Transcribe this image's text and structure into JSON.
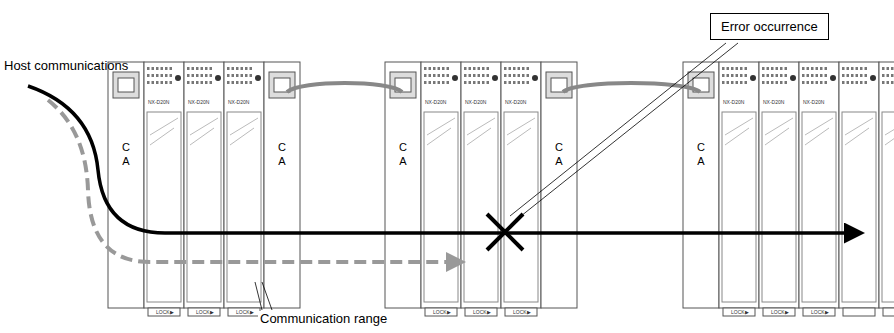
{
  "diagram": {
    "nodes": [
      {
        "text": [
          "Error occurrence"
        ]
      }
    ],
    "labels": [
      "Host communications",
      "Communication range",
      "C A",
      "C A",
      "C A",
      "C A",
      "C A",
      "NX-D20N",
      "NX-D20N",
      "NX-D20N",
      "NX-D20N",
      "NX-D20N",
      "NX-D20N",
      "NX-D20N",
      "NX-D20N",
      "NX-D20N",
      "LOCK▶",
      "LOCK▶",
      "LOCK▶",
      "LOCK▶",
      "LOCK▶",
      "LOCK▶",
      "LOCK▶",
      "LOCK▶",
      "LOCK▶"
    ]
  }
}
